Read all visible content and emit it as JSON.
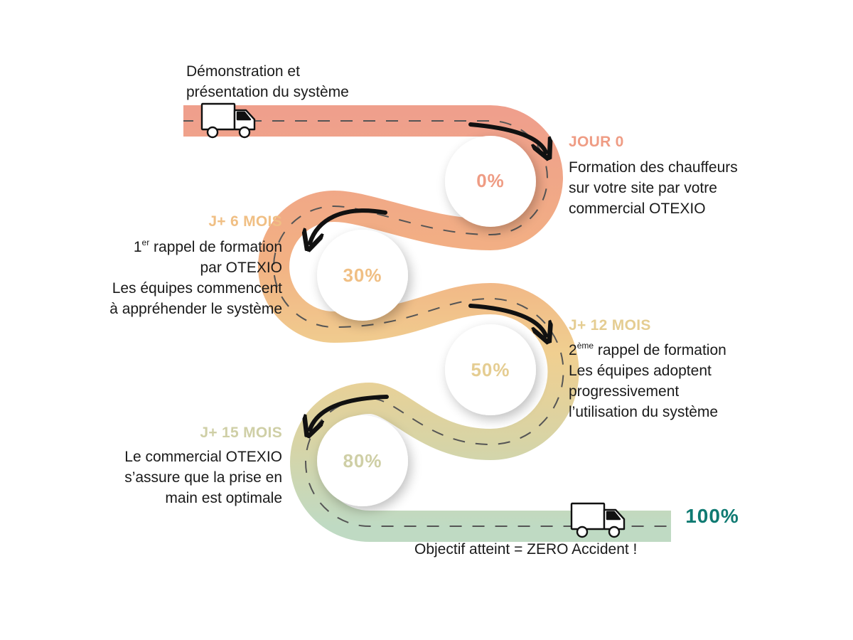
{
  "intro": {
    "lines": [
      "Démonstration et",
      "présentation du système"
    ]
  },
  "stages": {
    "jour0": {
      "title": "JOUR 0",
      "percent": "0%",
      "lines": [
        "Formation des chauffeurs",
        "sur votre site par votre",
        "commercial OTEXIO"
      ]
    },
    "j6": {
      "title": "J+ 6 MOIS",
      "percent": "30%",
      "line1_num": "1",
      "line1_sup": "er",
      "line1_rest": " rappel de formation",
      "lines": [
        "par OTEXIO",
        "Les équipes commencent",
        "à appréhender le système"
      ]
    },
    "j12": {
      "title": "J+ 12 MOIS",
      "percent": "50%",
      "line1_num": "2",
      "line1_sup": "ème",
      "line1_rest": " rappel de formation",
      "lines": [
        "Les équipes adoptent",
        "progressivement",
        "l’utilisation du système"
      ]
    },
    "j15": {
      "title": "J+ 15 MOIS",
      "percent": "80%",
      "lines": [
        "Le commercial OTEXIO",
        "s’assure que la prise en",
        "main est optimale"
      ]
    }
  },
  "final": {
    "percent": "100%",
    "caption": "Objectif atteint = ZERO Accident !"
  },
  "icons": [
    "truck-icon",
    "curved-arrow-icon"
  ],
  "colors": {
    "road_start": "#ef9f8c",
    "road_mid_orange": "#f2b083",
    "road_yellow": "#f0cf90",
    "road_khaki": "#d7d4a6",
    "road_end": "#bfdac3",
    "jour0": "#ef9c84",
    "j6": "#f0bf84",
    "j12": "#e5cd92",
    "j15": "#cfcfa6",
    "final": "#0f7a72",
    "dashes": "#555555",
    "arrow": "#111111"
  }
}
